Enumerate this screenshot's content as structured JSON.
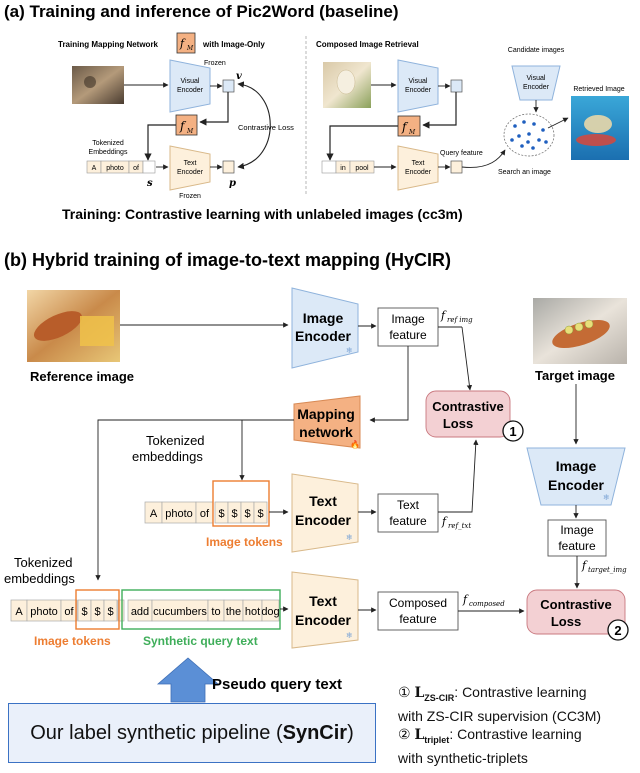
{
  "section_a": {
    "title": "(a) Training and inference of Pic2Word (baseline)",
    "left_title_prefix": "Training Mapping Network",
    "left_title_suffix": "with Image-Only",
    "right_title": "Composed Image Retrieval",
    "frozen": "Frozen",
    "visual_encoder": [
      "Visual",
      "Encoder"
    ],
    "text_encoder": [
      "Text",
      "Encoder"
    ],
    "fm": "f",
    "fm_sub": "M",
    "contrastive_loss": "Contrastive Loss",
    "tokenized_embeddings": [
      "Tokenized",
      "Embeddings"
    ],
    "tokens_left": [
      "A",
      "photo",
      "of"
    ],
    "tokens_right": [
      "in",
      "pool"
    ],
    "var_v": "v",
    "var_s": "s",
    "var_p": "p",
    "query_feature": "Query feature",
    "candidate_images": "Candidate images",
    "retrieved_image": "Retrieved Image",
    "search_an_image": "Search an image",
    "caption": "Training: Contrastive learning with unlabeled images (cc3m)"
  },
  "section_b": {
    "title": "(b) Hybrid training of image-to-text mapping (HyCIR)",
    "reference_image": "Reference image",
    "target_image": "Target image",
    "image_encoder": [
      "Image",
      "Encoder"
    ],
    "text_encoder": [
      "Text",
      "Encoder"
    ],
    "image_feature": [
      "Image",
      "feature"
    ],
    "text_feature": [
      "Text",
      "feature"
    ],
    "composed_feature": [
      "Composed",
      "feature"
    ],
    "mapping_network": [
      "Mapping",
      "network"
    ],
    "contrastive_loss": [
      "Contrastive",
      "Loss"
    ],
    "circle_1": "1",
    "circle_2": "2",
    "f_ref_img": "f",
    "f_ref_img_sub": "ref img",
    "f_ref_txt": "f",
    "f_ref_txt_sub": "ref_txt",
    "f_target_img": "f",
    "f_target_img_sub": "target_img",
    "f_composed": "f",
    "f_composed_sub": "composed",
    "tokenized_embeddings": [
      "Tokenized",
      "embeddings"
    ],
    "tokens_row1": [
      "A",
      "photo",
      "of",
      "$",
      "$",
      "$",
      "$"
    ],
    "tokens_row2": [
      "A",
      "photo",
      "of",
      "$",
      "$",
      "$",
      "add",
      "cucumbers",
      "to",
      "the",
      "hot",
      "dog"
    ],
    "image_tokens": "Image tokens",
    "synthetic_query_text": "Synthetic query text",
    "pseudo_query_text": "Pseudo query text"
  },
  "syncir_box": {
    "prefix": "Our label synthetic pipeline (",
    "bold": "SynCir",
    "suffix": ")"
  },
  "legend": {
    "item1_sym": "①",
    "item1_loss": "L",
    "item1_sub": "ZS-CIR",
    "item1_text": ": Contrastive learning",
    "item1_text2": "with ZS-CIR supervision (CC3M)",
    "item2_sym": "②",
    "item2_loss": "L",
    "item2_sub": "triplet",
    "item2_text": ": Contrastive learning",
    "item2_text2": "with synthetic-triplets"
  },
  "colors": {
    "encoder_blue": "#dce9f7",
    "encoder_stroke": "#8fb3dc",
    "mapping_orange": "#f4b183",
    "loss_pink": "#f3d0d3",
    "token_orange": "#ed7d31",
    "synthetic_green": "#3fae5a",
    "arrow_blue": "#5b8fd6"
  }
}
